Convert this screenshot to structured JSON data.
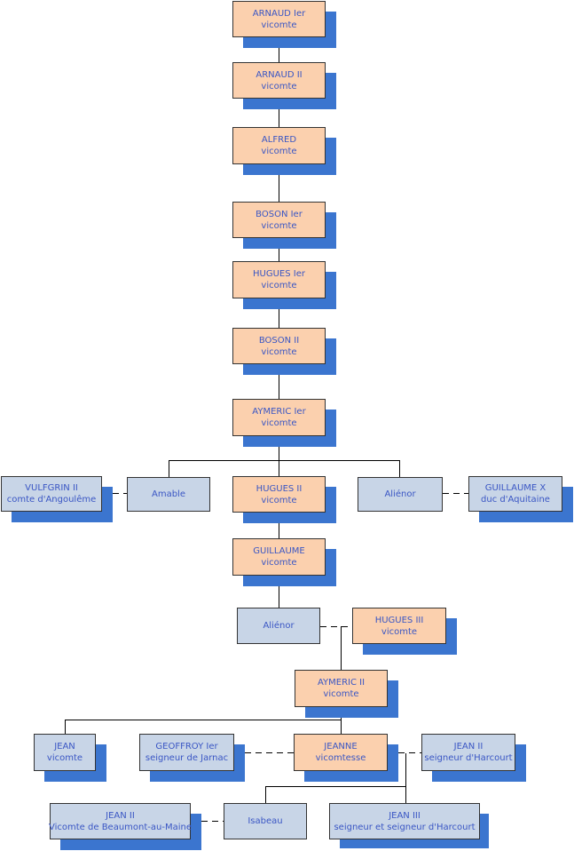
{
  "colors": {
    "main_fill": "#fbd0ae",
    "spouse_fill": "#c8d5e7",
    "shadow": "#3b75cf",
    "text": "#3a56c4",
    "line": "#000000"
  },
  "nodes": {
    "arnaud1": {
      "name": "ARNAUD Ier",
      "title": "vicomte",
      "kind": "main"
    },
    "arnaud2": {
      "name": "ARNAUD II",
      "title": "vicomte",
      "kind": "main"
    },
    "alfred": {
      "name": "ALFRED",
      "title": "vicomte",
      "kind": "main"
    },
    "boson1": {
      "name": "BOSON Ier",
      "title": "vicomte",
      "kind": "main"
    },
    "hugues1": {
      "name": "HUGUES Ier",
      "title": "vicomte",
      "kind": "main"
    },
    "boson2": {
      "name": "BOSON II",
      "title": "vicomte",
      "kind": "main"
    },
    "aymeric1": {
      "name": "AYMERIC Ier",
      "title": "vicomte",
      "kind": "main"
    },
    "vulfgrin2": {
      "name": "VULFGRIN II",
      "title": "comte d'Angoulême",
      "kind": "spouse"
    },
    "amable": {
      "name": "Amable",
      "title": "",
      "kind": "spouse"
    },
    "hugues2": {
      "name": "HUGUES II",
      "title": "vicomte",
      "kind": "main"
    },
    "alienor1": {
      "name": "Aliénor",
      "title": "",
      "kind": "spouse"
    },
    "guillaume10": {
      "name": "GUILLAUME X",
      "title": "duc d'Aquitaine",
      "kind": "spouse"
    },
    "guillaume": {
      "name": "GUILLAUME",
      "title": "vicomte",
      "kind": "main"
    },
    "alienor2": {
      "name": "Aliénor",
      "title": "",
      "kind": "spouse"
    },
    "hugues3": {
      "name": "HUGUES III",
      "title": "vicomte",
      "kind": "main"
    },
    "aymeric2": {
      "name": "AYMERIC II",
      "title": "vicomte",
      "kind": "main"
    },
    "jean": {
      "name": "JEAN",
      "title": "vicomte",
      "kind": "spouse"
    },
    "geoffroy1": {
      "name": "GEOFFROY Ier",
      "title": "seigneur de Jarnac",
      "kind": "spouse"
    },
    "jeanne": {
      "name": "JEANNE",
      "title": "vicomtesse",
      "kind": "main"
    },
    "jean2h": {
      "name": "JEAN II",
      "title": "seigneur d'Harcourt",
      "kind": "spouse"
    },
    "jean2b": {
      "name": "JEAN II",
      "title": "Vicomte de Beaumont-au-Maine",
      "kind": "spouse"
    },
    "isabeau": {
      "name": "Isabeau",
      "title": "",
      "kind": "spouse"
    },
    "jean3": {
      "name": "JEAN III",
      "title": "seigneur et seigneur d'Harcourt",
      "kind": "spouse"
    }
  }
}
